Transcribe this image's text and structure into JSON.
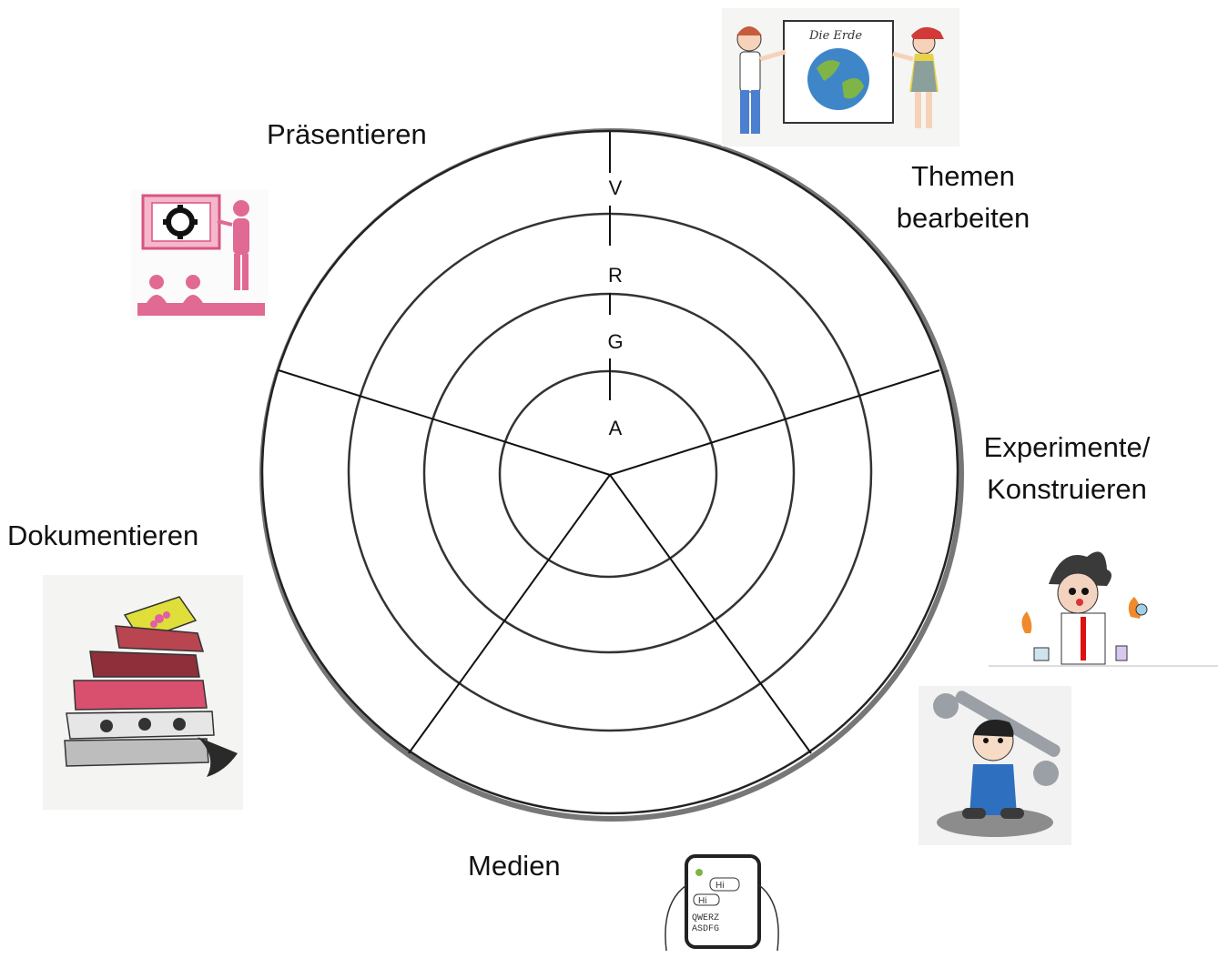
{
  "segments": {
    "praesentieren": "Präsentieren",
    "themen_line1": "Themen",
    "themen_line2": "bearbeiten",
    "experimente_line1": "Experimente/",
    "experimente_line2": "Konstruieren",
    "dokumentieren": "Dokumentieren",
    "medien": "Medien"
  },
  "levels": [
    "V",
    "R",
    "G",
    "A"
  ],
  "illustrations": {
    "poster_title": "Die Erde",
    "phone_bubble_1": "Hi",
    "phone_bubble_2": "Hi",
    "phone_keys_row1": "QWERZ",
    "phone_keys_row2": "ASDFG"
  },
  "colors": {
    "pink": "#e06a93",
    "earth_blue": "#3f86c9",
    "earth_green": "#7fb447",
    "book_red": "#b8454f",
    "book_pink": "#d9506f",
    "book_yellow": "#e0de3a",
    "overalls_blue": "#2f6fbf",
    "fire_orange": "#f08a2a"
  }
}
